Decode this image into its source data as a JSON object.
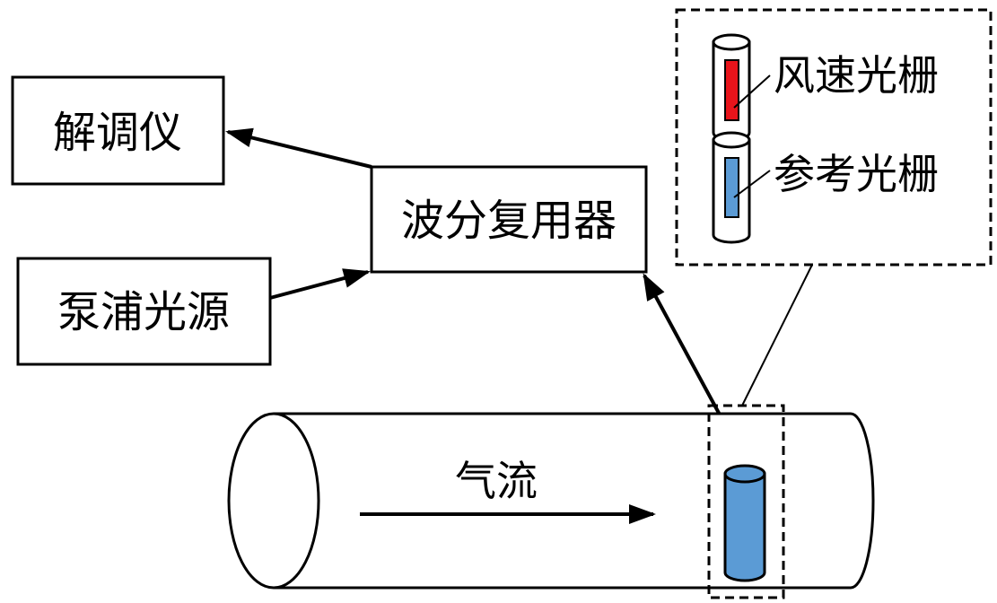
{
  "nodes": {
    "demodulator": {
      "label": "解调仪"
    },
    "pump_source": {
      "label": "泵浦光源"
    },
    "wdm": {
      "label": "波分复用器"
    }
  },
  "inset": {
    "wind_grating": {
      "label": "风速光栅",
      "color": "#e8141b"
    },
    "ref_grating": {
      "label": "参考光栅",
      "color": "#5b9bd5"
    }
  },
  "pipe": {
    "flow_label": "气流",
    "sensor_color": "#5b9bd5"
  }
}
